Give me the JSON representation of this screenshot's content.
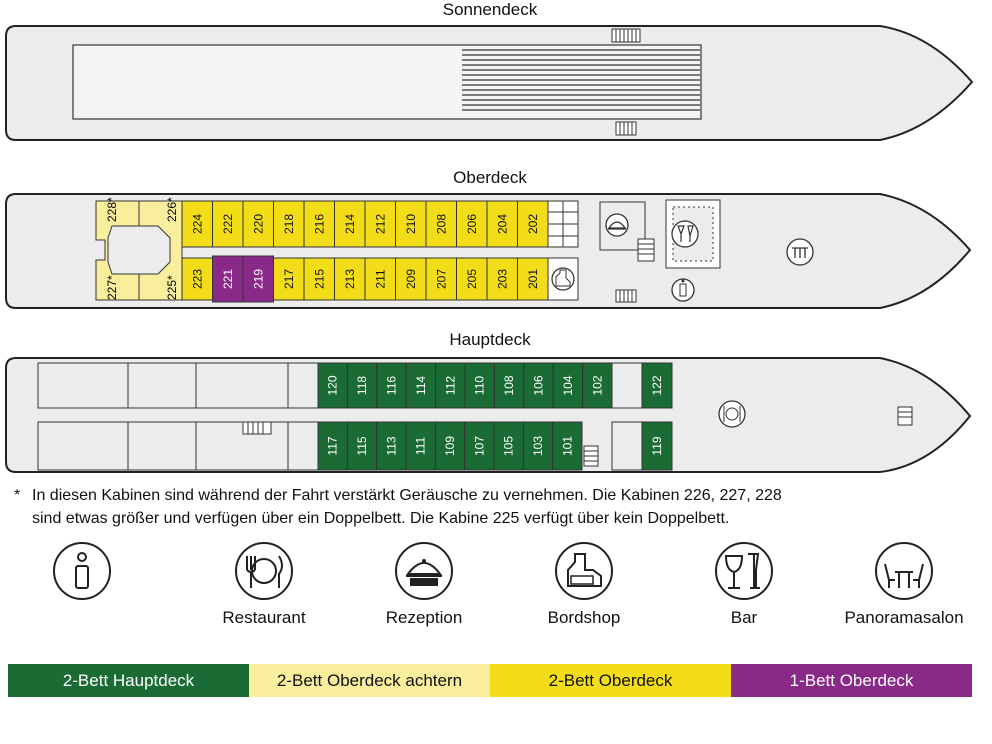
{
  "decks": {
    "sonnendeck": "Sonnendeck",
    "oberdeck": "Oberdeck",
    "hauptdeck": "Hauptdeck"
  },
  "oberdeck_cabins": {
    "top_row": [
      "224",
      "222",
      "220",
      "218",
      "216",
      "214",
      "212",
      "210",
      "208",
      "206",
      "204",
      "202"
    ],
    "bottom_row": [
      "223",
      "221",
      "219",
      "217",
      "215",
      "213",
      "211",
      "209",
      "207",
      "205",
      "203",
      "201"
    ],
    "purple": [
      "221",
      "219"
    ],
    "achtern": [
      "228*",
      "226*",
      "227*",
      "225*"
    ]
  },
  "hauptdeck_cabins": {
    "top_row": [
      "120",
      "118",
      "116",
      "114",
      "112",
      "110",
      "108",
      "106",
      "104",
      "102"
    ],
    "bottom_row": [
      "117",
      "115",
      "113",
      "111",
      "109",
      "107",
      "105",
      "103",
      "101"
    ],
    "top_single": "122",
    "bottom_single": "119"
  },
  "footnote": {
    "star": "*",
    "line1": "In diesen Kabinen sind während der Fahrt verstärkt Geräusche zu vernehmen. Die Kabinen 226, 227, 228",
    "line2": "sind etwas größer und verfügen über ein Doppelbett. Die Kabine 225 verfügt über kein Doppelbett."
  },
  "icons": [
    {
      "name": "info-icon",
      "label": ""
    },
    {
      "name": "restaurant-icon",
      "label": "Restaurant"
    },
    {
      "name": "reception-icon",
      "label": "Rezeption"
    },
    {
      "name": "bordshop-icon",
      "label": "Bordshop"
    },
    {
      "name": "bar-icon",
      "label": "Bar"
    },
    {
      "name": "panoramasalon-icon",
      "label": "Panoramasalon"
    }
  ],
  "legend": [
    {
      "label": "2-Bett Hauptdeck",
      "color": "#1b6b35",
      "text_color": "#ffffff"
    },
    {
      "label": "2-Bett Oberdeck achtern",
      "color": "#f8ee9c",
      "text_color": "#111111"
    },
    {
      "label": "2-Bett Oberdeck",
      "color": "#f3dd19",
      "text_color": "#111111"
    },
    {
      "label": "1-Bett Oberdeck",
      "color": "#8a2a88",
      "text_color": "#ffffff"
    }
  ],
  "colors": {
    "hull": "#ececec",
    "green": "#1b6b35",
    "yellow": "#f3dd19",
    "pale_yellow": "#f8ee9c",
    "purple": "#8a2a88"
  }
}
